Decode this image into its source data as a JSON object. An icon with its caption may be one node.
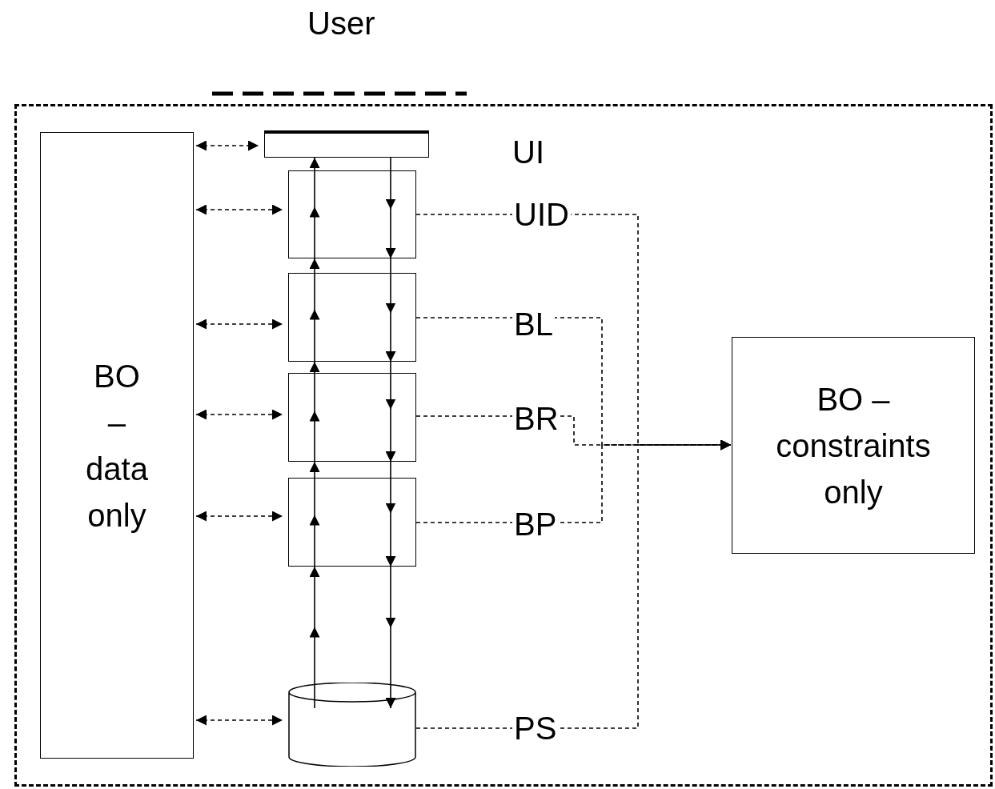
{
  "diagram": {
    "nodes": [
      {
        "text": [],
        "shape": "box"
      },
      {
        "text": [
          "BO – data only"
        ],
        "in": 0
      },
      {
        "text": [],
        "shape": "box",
        "in": 0,
        "beside": [
          "UI"
        ]
      },
      {
        "text": [],
        "shape": "box",
        "in": 0,
        "beside": [
          "UID"
        ]
      },
      {
        "text": [],
        "shape": "box",
        "in": 0,
        "beside": [
          "BL"
        ]
      },
      {
        "text": [],
        "shape": "box",
        "in": 0,
        "beside": [
          "BR"
        ]
      },
      {
        "text": [],
        "shape": "box",
        "in": 0,
        "beside": [
          "BP"
        ]
      },
      {
        "text": [],
        "shape": "cylinder",
        "in": 0,
        "beside": [
          "PS"
        ]
      },
      {
        "text": [
          "BO – constraints only"
        ],
        "in": 0
      }
    ],
    "edges": [
      {
        "from": 1,
        "to": 2,
        "arrow": "both",
        "style": "dashed"
      },
      {
        "from": 1,
        "to": 3,
        "arrow": "both",
        "style": "dashed"
      },
      {
        "from": 1,
        "to": 4,
        "arrow": "both",
        "style": "dashed"
      },
      {
        "from": 1,
        "to": 5,
        "arrow": "both",
        "style": "dashed"
      },
      {
        "from": 1,
        "to": 6,
        "arrow": "both",
        "style": "dashed"
      },
      {
        "from": 1,
        "to": 7,
        "arrow": "both",
        "style": "dashed"
      },
      {
        "from": 7,
        "to": 6,
        "arrow": "to"
      },
      {
        "from": 6,
        "to": 5,
        "arrow": "to"
      },
      {
        "from": 5,
        "to": 4,
        "arrow": "to"
      },
      {
        "from": 4,
        "to": 3,
        "arrow": "to"
      },
      {
        "from": 3,
        "to": 2,
        "arrow": "to"
      },
      {
        "from": 2,
        "to": 3,
        "arrow": "to"
      },
      {
        "from": 3,
        "to": 4,
        "arrow": "to"
      },
      {
        "from": 4,
        "to": 5,
        "arrow": "to"
      },
      {
        "from": 5,
        "to": 6,
        "arrow": "to"
      },
      {
        "from": 6,
        "to": 7,
        "arrow": "to"
      },
      {
        "from": 3,
        "to": 8,
        "arrow": "to",
        "style": "dashed"
      },
      {
        "from": 4,
        "to": 8,
        "arrow": "to",
        "style": "dashed"
      },
      {
        "from": 5,
        "to": 8,
        "arrow": "to",
        "style": "dashed"
      },
      {
        "from": 6,
        "to": 8,
        "arrow": "to",
        "style": "dashed"
      },
      {
        "from": 7,
        "to": 8,
        "arrow": "to",
        "style": "dashed"
      }
    ],
    "labels": [
      "User"
    ]
  }
}
